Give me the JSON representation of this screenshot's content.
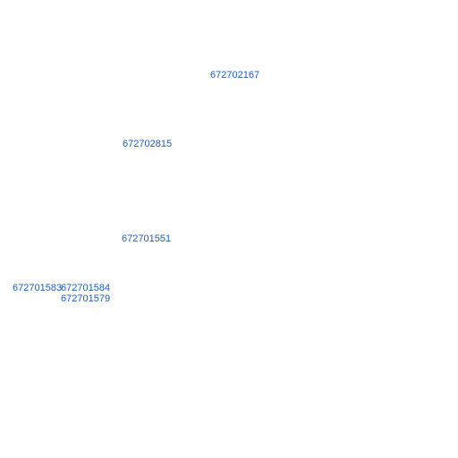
{
  "labels": [
    {
      "id": "672702167"
    },
    {
      "id": "672702815"
    },
    {
      "id": "672701551"
    },
    {
      "id": "672701583"
    },
    {
      "id": "672701584"
    },
    {
      "id": "672701579"
    }
  ],
  "colors": {
    "label_text": "#1f5fbf",
    "background": "#ffffff"
  }
}
